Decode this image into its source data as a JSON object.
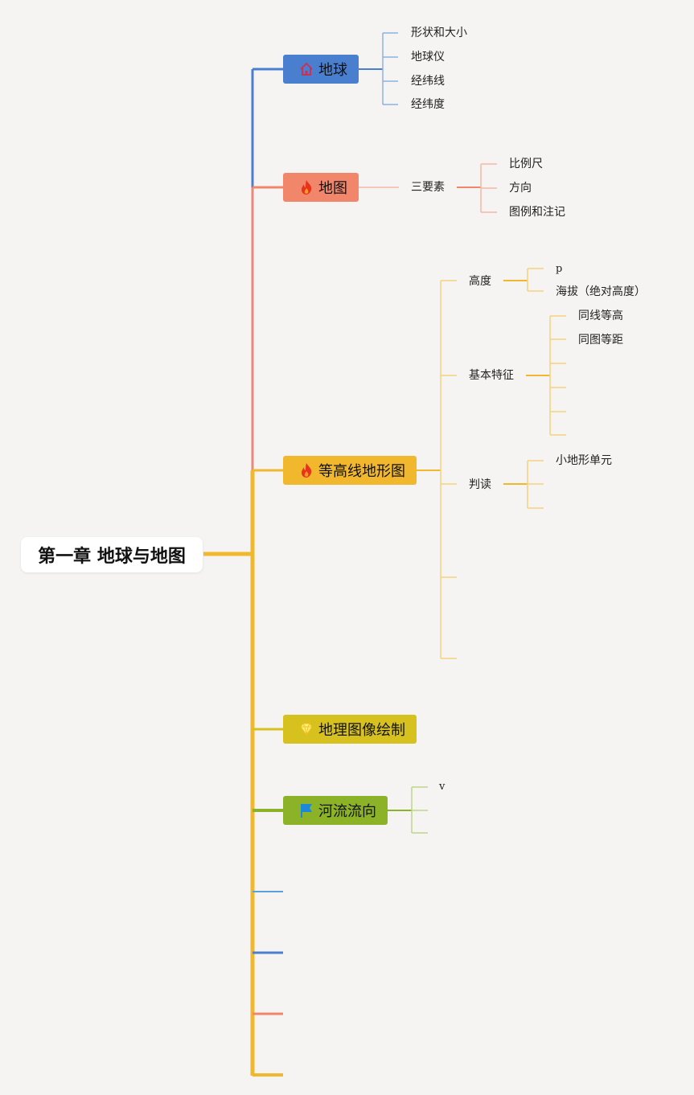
{
  "root": {
    "label": "第一章 地球与地图"
  },
  "colors": {
    "blue": "#4a7fd0",
    "salmon": "#f2866a",
    "gold": "#f1b82e",
    "olive": "#d6c11e",
    "green": "#8cb327",
    "bg": "#f5f4f2"
  },
  "topics": [
    {
      "label": "地球",
      "icon": "house-icon",
      "children": [
        "形状和大小",
        "地球仪",
        "经纬线",
        "经纬度"
      ]
    },
    {
      "label": "地图",
      "icon": "fire-icon",
      "children": [
        {
          "label": "三要素",
          "children": [
            "比例尺",
            "方向",
            "图例和注记"
          ]
        }
      ]
    },
    {
      "label": "等高线地形图",
      "icon": "fire-icon",
      "children": [
        {
          "label": "高度",
          "children": [
            "p",
            "海拔（绝对高度）"
          ]
        },
        {
          "label": "基本特征",
          "children": [
            "同线等高",
            "同图等距"
          ]
        },
        {
          "label": "判读",
          "children": [
            "小地形单元"
          ]
        }
      ]
    },
    {
      "label": "地理图像绘制",
      "icon": "diamond-icon",
      "children": []
    },
    {
      "label": "河流流向",
      "icon": "flag-icon",
      "children": [
        "v"
      ]
    }
  ]
}
